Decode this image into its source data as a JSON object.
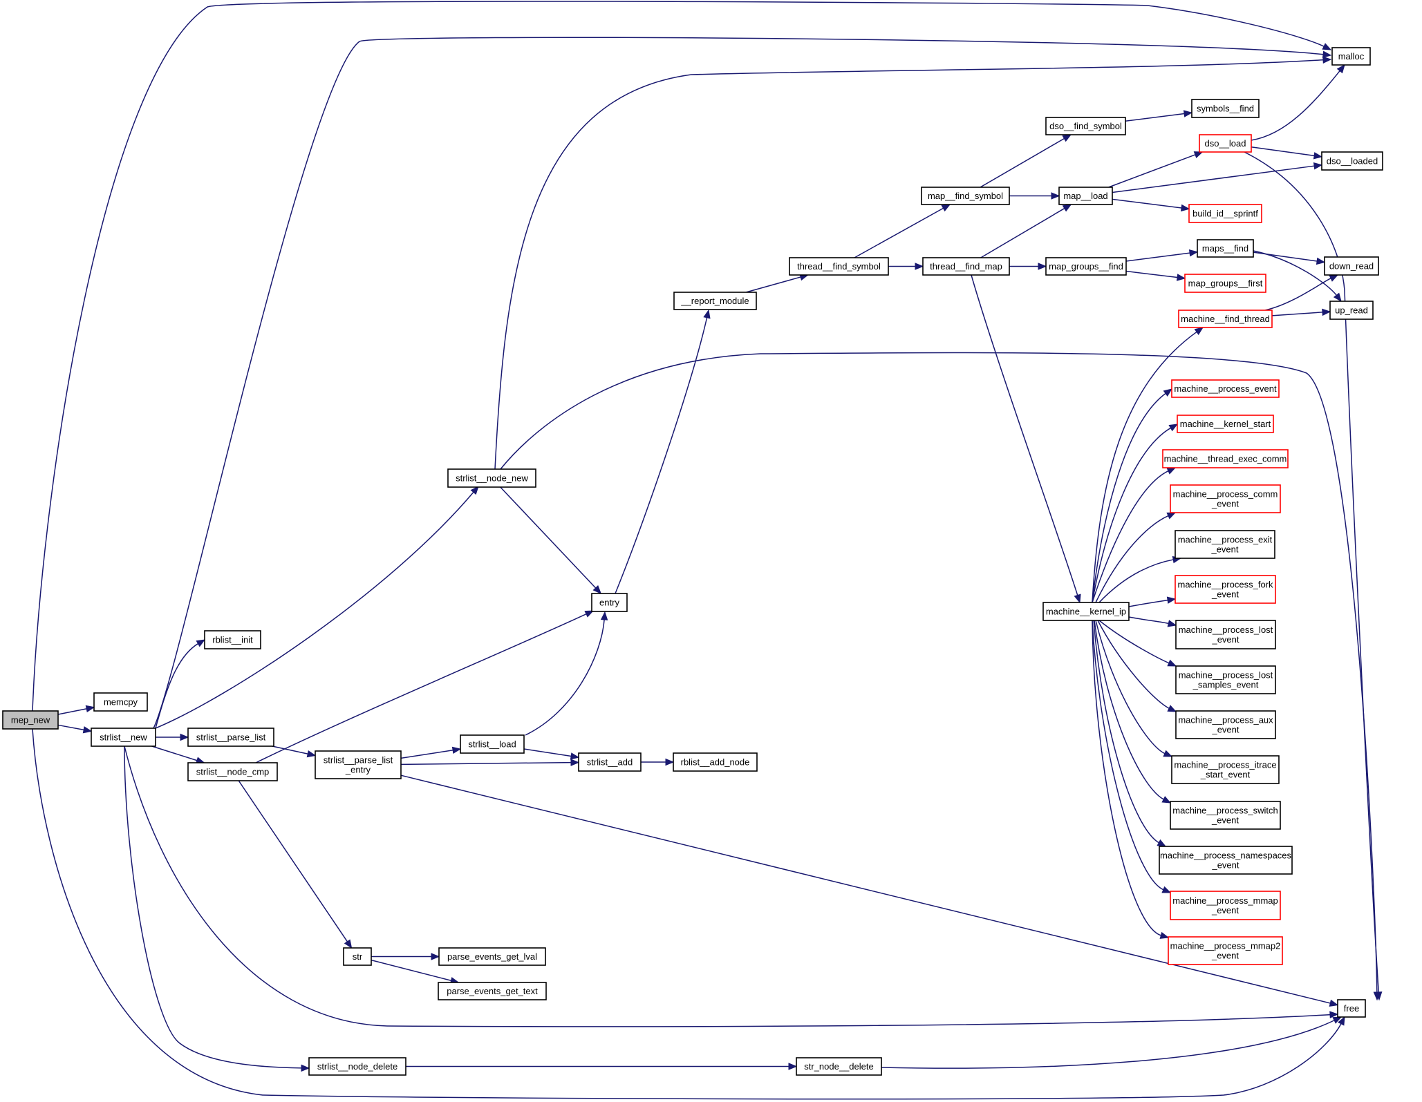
{
  "title": "mep_new call graph",
  "colors": {
    "edge": "#191970",
    "node_border": "#000000",
    "node_border_truncated": "#ff0000",
    "root_fill": "#bfbfbf",
    "node_fill": "#ffffff"
  },
  "nodes": [
    {
      "id": "mep_new",
      "lines": [
        "mep_new"
      ],
      "style": "root"
    },
    {
      "id": "memcpy",
      "lines": [
        "memcpy"
      ],
      "style": "normal"
    },
    {
      "id": "strlist__new",
      "lines": [
        "strlist__new"
      ],
      "style": "normal"
    },
    {
      "id": "rblist__init",
      "lines": [
        "rblist__init"
      ],
      "style": "normal"
    },
    {
      "id": "strlist__parse_list",
      "lines": [
        "strlist__parse_list"
      ],
      "style": "normal"
    },
    {
      "id": "strlist__node_cmp",
      "lines": [
        "strlist__node_cmp"
      ],
      "style": "normal"
    },
    {
      "id": "strlist__parse_list_entry",
      "lines": [
        "strlist__parse_list",
        "_entry"
      ],
      "style": "normal"
    },
    {
      "id": "strlist__node_new",
      "lines": [
        "strlist__node_new"
      ],
      "style": "normal"
    },
    {
      "id": "entry",
      "lines": [
        "entry"
      ],
      "style": "normal"
    },
    {
      "id": "strlist__load",
      "lines": [
        "strlist__load"
      ],
      "style": "normal"
    },
    {
      "id": "strlist__add",
      "lines": [
        "strlist__add"
      ],
      "style": "normal"
    },
    {
      "id": "rblist__add_node",
      "lines": [
        "rblist__add_node"
      ],
      "style": "normal"
    },
    {
      "id": "str",
      "lines": [
        "str"
      ],
      "style": "normal"
    },
    {
      "id": "parse_events_get_lval",
      "lines": [
        "parse_events_get_lval"
      ],
      "style": "normal"
    },
    {
      "id": "parse_events_get_text",
      "lines": [
        "parse_events_get_text"
      ],
      "style": "normal"
    },
    {
      "id": "strlist__node_delete",
      "lines": [
        "strlist__node_delete"
      ],
      "style": "normal"
    },
    {
      "id": "str_node__delete",
      "lines": [
        "str_node__delete"
      ],
      "style": "normal"
    },
    {
      "id": "__report_module",
      "lines": [
        "__report_module"
      ],
      "style": "normal"
    },
    {
      "id": "thread__find_symbol",
      "lines": [
        "thread__find_symbol"
      ],
      "style": "normal"
    },
    {
      "id": "map__find_symbol",
      "lines": [
        "map__find_symbol"
      ],
      "style": "normal"
    },
    {
      "id": "thread__find_map",
      "lines": [
        "thread__find_map"
      ],
      "style": "normal"
    },
    {
      "id": "dso__find_symbol",
      "lines": [
        "dso__find_symbol"
      ],
      "style": "normal"
    },
    {
      "id": "symbols__find",
      "lines": [
        "symbols__find"
      ],
      "style": "normal"
    },
    {
      "id": "map__load",
      "lines": [
        "map__load"
      ],
      "style": "normal"
    },
    {
      "id": "dso__load",
      "lines": [
        "dso__load"
      ],
      "style": "truncated"
    },
    {
      "id": "build_id__sprintf",
      "lines": [
        "build_id__sprintf"
      ],
      "style": "truncated"
    },
    {
      "id": "dso__loaded",
      "lines": [
        "dso__loaded"
      ],
      "style": "normal"
    },
    {
      "id": "map_groups__find",
      "lines": [
        "map_groups__find"
      ],
      "style": "normal"
    },
    {
      "id": "maps__find",
      "lines": [
        "maps__find"
      ],
      "style": "normal"
    },
    {
      "id": "map_groups__first",
      "lines": [
        "map_groups__first"
      ],
      "style": "truncated"
    },
    {
      "id": "down_read",
      "lines": [
        "down_read"
      ],
      "style": "normal"
    },
    {
      "id": "up_read",
      "lines": [
        "up_read"
      ],
      "style": "normal"
    },
    {
      "id": "machine__find_thread",
      "lines": [
        "machine__find_thread"
      ],
      "style": "truncated"
    },
    {
      "id": "malloc",
      "lines": [
        "malloc"
      ],
      "style": "normal"
    },
    {
      "id": "free",
      "lines": [
        "free"
      ],
      "style": "normal"
    },
    {
      "id": "machine__kernel_ip",
      "lines": [
        "machine__kernel_ip"
      ],
      "style": "normal"
    },
    {
      "id": "machine__process_event",
      "lines": [
        "machine__process_event"
      ],
      "style": "truncated"
    },
    {
      "id": "machine__kernel_start",
      "lines": [
        "machine__kernel_start"
      ],
      "style": "truncated"
    },
    {
      "id": "machine__thread_exec_comm",
      "lines": [
        "machine__thread_exec_comm"
      ],
      "style": "truncated"
    },
    {
      "id": "machine__process_comm_event",
      "lines": [
        "machine__process_comm",
        "_event"
      ],
      "style": "truncated"
    },
    {
      "id": "machine__process_exit_event",
      "lines": [
        "machine__process_exit",
        "_event"
      ],
      "style": "normal"
    },
    {
      "id": "machine__process_fork_event",
      "lines": [
        "machine__process_fork",
        "_event"
      ],
      "style": "truncated"
    },
    {
      "id": "machine__process_lost_event",
      "lines": [
        "machine__process_lost",
        "_event"
      ],
      "style": "normal"
    },
    {
      "id": "machine__process_lost_samples_event",
      "lines": [
        "machine__process_lost",
        "_samples_event"
      ],
      "style": "normal"
    },
    {
      "id": "machine__process_aux_event",
      "lines": [
        "machine__process_aux",
        "_event"
      ],
      "style": "normal"
    },
    {
      "id": "machine__process_itrace_start_event",
      "lines": [
        "machine__process_itrace",
        "_start_event"
      ],
      "style": "normal"
    },
    {
      "id": "machine__process_switch_event",
      "lines": [
        "machine__process_switch",
        "_event"
      ],
      "style": "normal"
    },
    {
      "id": "machine__process_namespaces_event",
      "lines": [
        "machine__process_namespaces",
        "_event"
      ],
      "style": "normal"
    },
    {
      "id": "machine__process_mmap_event",
      "lines": [
        "machine__process_mmap",
        "_event"
      ],
      "style": "truncated"
    },
    {
      "id": "machine__process_mmap2_event",
      "lines": [
        "machine__process_mmap2",
        "_event"
      ],
      "style": "truncated"
    }
  ],
  "edges": [
    [
      "mep_new",
      "memcpy"
    ],
    [
      "mep_new",
      "strlist__new"
    ],
    [
      "mep_new",
      "malloc"
    ],
    [
      "mep_new",
      "free"
    ],
    [
      "strlist__new",
      "malloc"
    ],
    [
      "strlist__new",
      "rblist__init"
    ],
    [
      "strlist__new",
      "strlist__node_new"
    ],
    [
      "strlist__new",
      "strlist__parse_list"
    ],
    [
      "strlist__new",
      "strlist__node_cmp"
    ],
    [
      "strlist__new",
      "free"
    ],
    [
      "strlist__new",
      "strlist__node_delete"
    ],
    [
      "strlist__parse_list",
      "strlist__parse_list_entry"
    ],
    [
      "strlist__node_cmp",
      "entry"
    ],
    [
      "strlist__node_cmp",
      "str"
    ],
    [
      "strlist__parse_list_entry",
      "strlist__load"
    ],
    [
      "strlist__parse_list_entry",
      "strlist__add"
    ],
    [
      "strlist__parse_list_entry",
      "free"
    ],
    [
      "strlist__load",
      "entry"
    ],
    [
      "strlist__load",
      "strlist__add"
    ],
    [
      "strlist__add",
      "rblist__add_node"
    ],
    [
      "strlist__node_new",
      "malloc"
    ],
    [
      "strlist__node_new",
      "free"
    ],
    [
      "strlist__node_new",
      "entry"
    ],
    [
      "entry",
      "__report_module"
    ],
    [
      "__report_module",
      "thread__find_symbol"
    ],
    [
      "thread__find_symbol",
      "map__find_symbol"
    ],
    [
      "thread__find_symbol",
      "thread__find_map"
    ],
    [
      "map__find_symbol",
      "dso__find_symbol"
    ],
    [
      "map__find_symbol",
      "map__load"
    ],
    [
      "dso__find_symbol",
      "symbols__find"
    ],
    [
      "thread__find_map",
      "map__load"
    ],
    [
      "thread__find_map",
      "map_groups__find"
    ],
    [
      "thread__find_map",
      "machine__kernel_ip"
    ],
    [
      "map__load",
      "dso__load"
    ],
    [
      "map__load",
      "dso__loaded"
    ],
    [
      "map__load",
      "build_id__sprintf"
    ],
    [
      "dso__load",
      "malloc"
    ],
    [
      "dso__load",
      "dso__loaded"
    ],
    [
      "dso__load",
      "free"
    ],
    [
      "map_groups__find",
      "maps__find"
    ],
    [
      "map_groups__find",
      "map_groups__first"
    ],
    [
      "maps__find",
      "down_read"
    ],
    [
      "maps__find",
      "up_read"
    ],
    [
      "machine__find_thread",
      "down_read"
    ],
    [
      "machine__find_thread",
      "up_read"
    ],
    [
      "machine__kernel_ip",
      "machine__find_thread"
    ],
    [
      "machine__kernel_ip",
      "machine__process_event"
    ],
    [
      "machine__kernel_ip",
      "machine__kernel_start"
    ],
    [
      "machine__kernel_ip",
      "machine__thread_exec_comm"
    ],
    [
      "machine__kernel_ip",
      "machine__process_comm_event"
    ],
    [
      "machine__kernel_ip",
      "machine__process_exit_event"
    ],
    [
      "machine__kernel_ip",
      "machine__process_fork_event"
    ],
    [
      "machine__kernel_ip",
      "machine__process_lost_event"
    ],
    [
      "machine__kernel_ip",
      "machine__process_lost_samples_event"
    ],
    [
      "machine__kernel_ip",
      "machine__process_aux_event"
    ],
    [
      "machine__kernel_ip",
      "machine__process_itrace_start_event"
    ],
    [
      "machine__kernel_ip",
      "machine__process_switch_event"
    ],
    [
      "machine__kernel_ip",
      "machine__process_namespaces_event"
    ],
    [
      "machine__kernel_ip",
      "machine__process_mmap_event"
    ],
    [
      "machine__kernel_ip",
      "machine__process_mmap2_event"
    ],
    [
      "str",
      "parse_events_get_lval"
    ],
    [
      "str",
      "parse_events_get_text"
    ],
    [
      "strlist__node_delete",
      "str_node__delete"
    ],
    [
      "str_node__delete",
      "free"
    ]
  ]
}
